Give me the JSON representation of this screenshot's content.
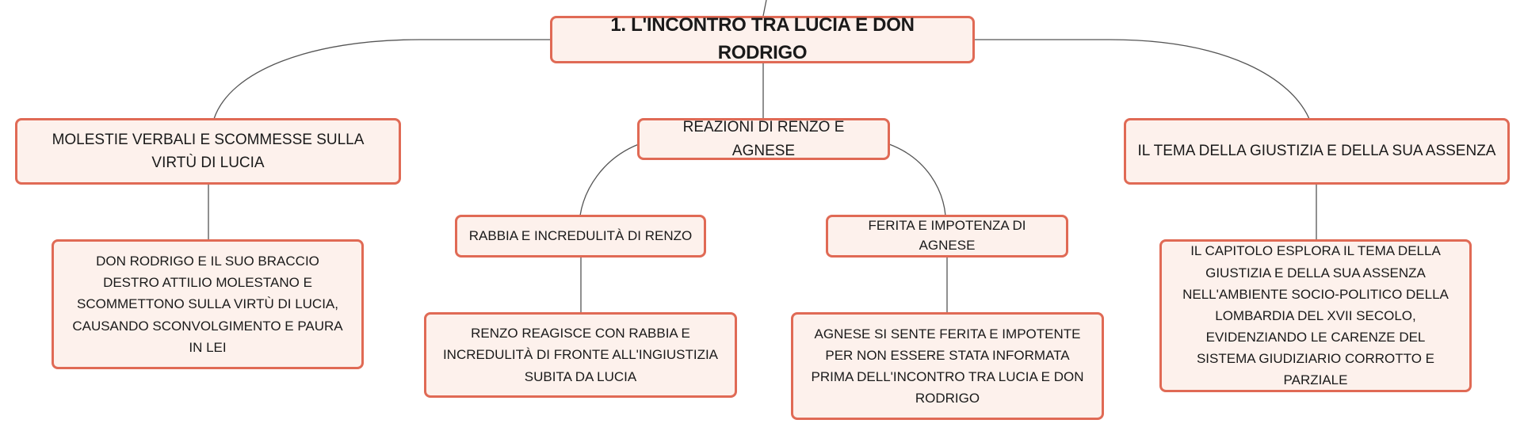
{
  "map": {
    "root": "1. L'INCONTRO TRA LUCIA E DON RODRIGO",
    "branch_left": {
      "title": "MOLESTIE VERBALI E SCOMMESSE SULLA VIRTÙ DI LUCIA",
      "detail": "DON RODRIGO E IL SUO BRACCIO DESTRO ATTILIO MOLESTANO E SCOMMETTONO SULLA VIRTÙ DI LUCIA, CAUSANDO SCONVOLGIMENTO E PAURA IN LEI"
    },
    "branch_center": {
      "title": "REAZIONI DI RENZO E AGNESE",
      "sub_left": {
        "title": "RABBIA E INCREDULITÀ DI RENZO",
        "detail": "RENZO REAGISCE CON RABBIA E INCREDULITÀ DI FRONTE ALL'INGIUSTIZIA SUBITA DA LUCIA"
      },
      "sub_right": {
        "title": "FERITA E IMPOTENZA DI AGNESE",
        "detail": "AGNESE SI SENTE FERITA E IMPOTENTE PER NON ESSERE STATA INFORMATA PRIMA DELL'INCONTRO TRA LUCIA E DON RODRIGO"
      }
    },
    "branch_right": {
      "title": "IL TEMA DELLA GIUSTIZIA E DELLA SUA ASSENZA",
      "detail": "IL CAPITOLO ESPLORA IL TEMA DELLA GIUSTIZIA E DELLA SUA ASSENZA NELL'AMBIENTE SOCIO-POLITICO DELLA LOMBARDIA DEL XVII SECOLO, EVIDENZIANDO LE CARENZE DEL SISTEMA GIUDIZIARIO CORROTTO E PARZIALE"
    }
  },
  "colors": {
    "node_fill": "#fdf1ec",
    "node_border": "#e06a55",
    "connector": "#555555"
  }
}
